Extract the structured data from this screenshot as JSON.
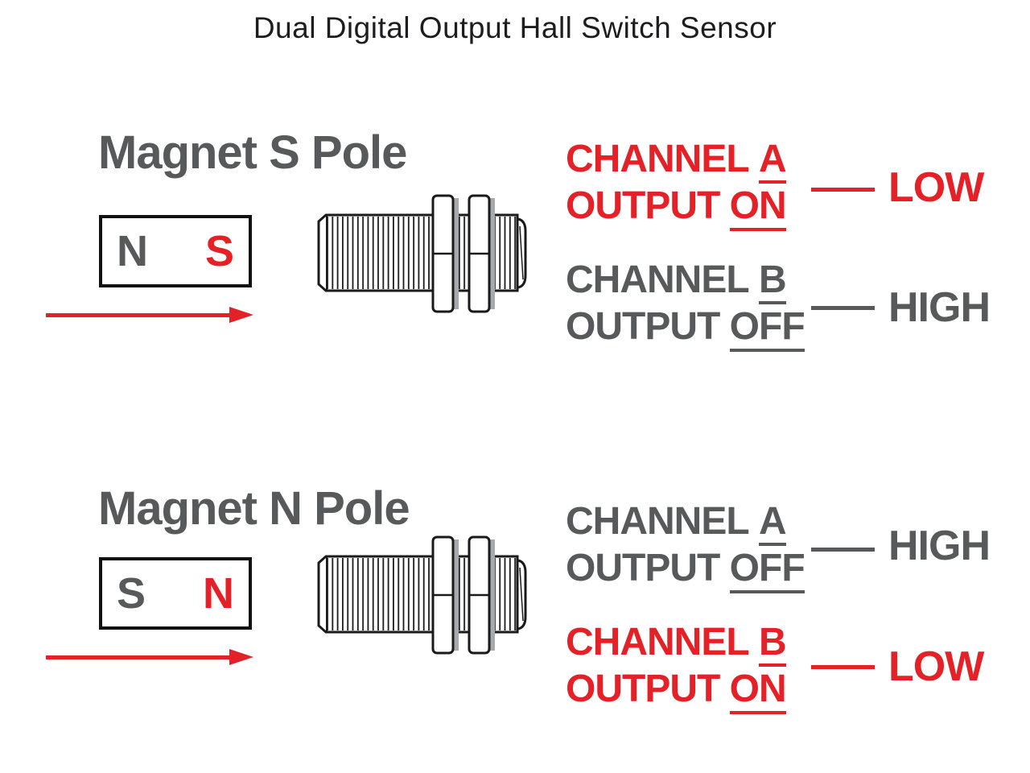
{
  "title": "Dual Digital Output Hall Switch Sensor",
  "colors": {
    "red": "#e42127",
    "gray": "#58595b",
    "outline": "#111111",
    "nut_shadow": "#a7a9ac"
  },
  "sections": [
    {
      "heading": "Magnet S Pole",
      "magnet": {
        "left_pole": "N",
        "right_pole": "S"
      },
      "arrow_direction": "right",
      "channels": [
        {
          "channel_word": "CHANNEL",
          "channel_id": "A",
          "output_word": "OUTPUT",
          "state": "ON",
          "level": "LOW",
          "tone": "red"
        },
        {
          "channel_word": "CHANNEL",
          "channel_id": "B",
          "output_word": "OUTPUT",
          "state": "OFF",
          "level": "HIGH",
          "tone": "gray"
        }
      ]
    },
    {
      "heading": "Magnet N Pole",
      "magnet": {
        "left_pole": "S",
        "right_pole": "N"
      },
      "arrow_direction": "right",
      "channels": [
        {
          "channel_word": "CHANNEL",
          "channel_id": "A",
          "output_word": "OUTPUT",
          "state": "OFF",
          "level": "HIGH",
          "tone": "gray"
        },
        {
          "channel_word": "CHANNEL",
          "channel_id": "B",
          "output_word": "OUTPUT",
          "state": "ON",
          "level": "LOW",
          "tone": "red"
        }
      ]
    }
  ]
}
